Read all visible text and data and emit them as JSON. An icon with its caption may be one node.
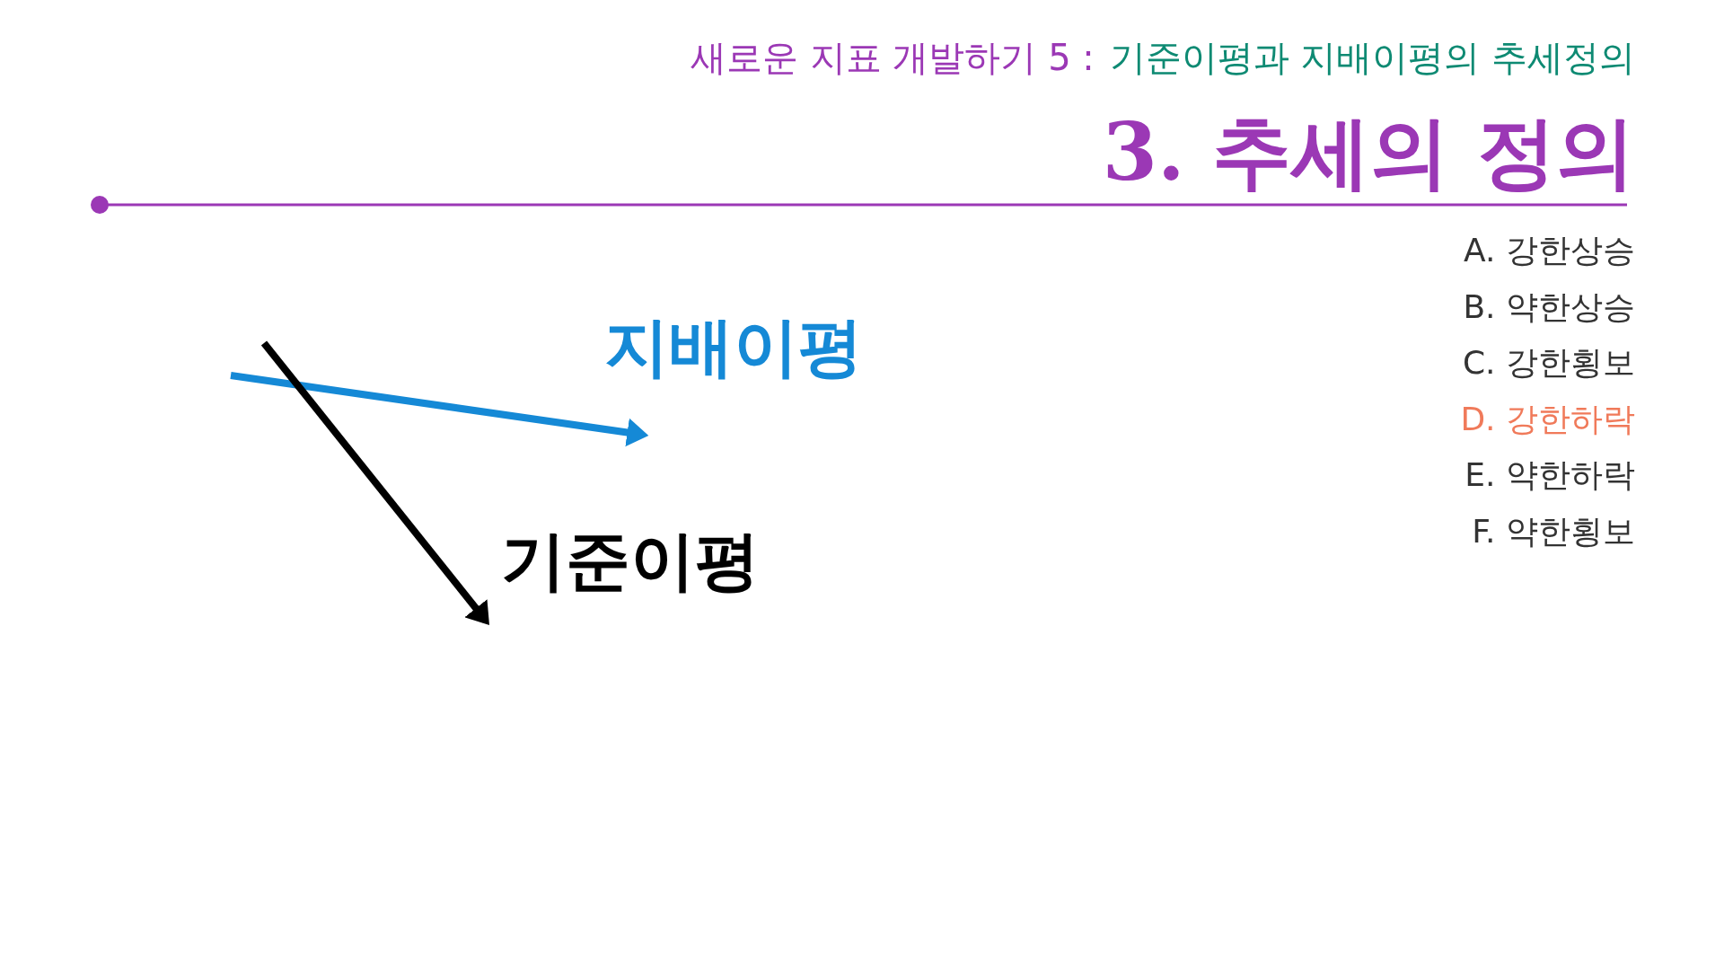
{
  "diagram": {
    "title": "3. 추세의 정의",
    "labels": [
      "새로운 지표 개발하기 5 :",
      "기준이평과 지배이평의 추세정의",
      "지배이평",
      "기준이평",
      "A. 강한상승",
      "B. 약한상승",
      "C. 강한횡보",
      "D. 강한하락",
      "E. 약한하락",
      "F. 약한횡보"
    ]
  }
}
